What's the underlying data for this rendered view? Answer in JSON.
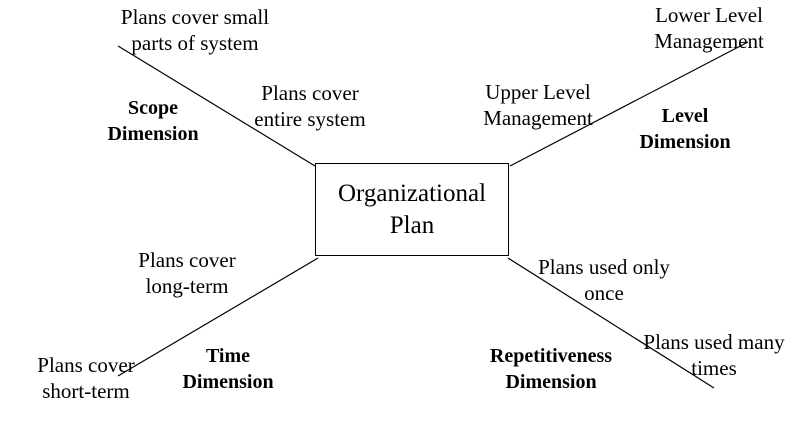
{
  "center": {
    "title": "Organizational\nPlan"
  },
  "scope": {
    "dimension": "Scope\nDimension",
    "outer": "Plans cover small\nparts of system",
    "inner": "Plans cover\nentire system"
  },
  "level": {
    "dimension": "Level\nDimension",
    "outer": "Lower Level\nManagement",
    "inner": "Upper Level\nManagement"
  },
  "time": {
    "dimension": "Time\nDimension",
    "outer": "Plans cover\nshort-term",
    "inner": "Plans cover\nlong-term"
  },
  "repetitiveness": {
    "dimension": "Repetitiveness\nDimension",
    "outer": "Plans used many\ntimes",
    "inner": "Plans used only\nonce"
  }
}
